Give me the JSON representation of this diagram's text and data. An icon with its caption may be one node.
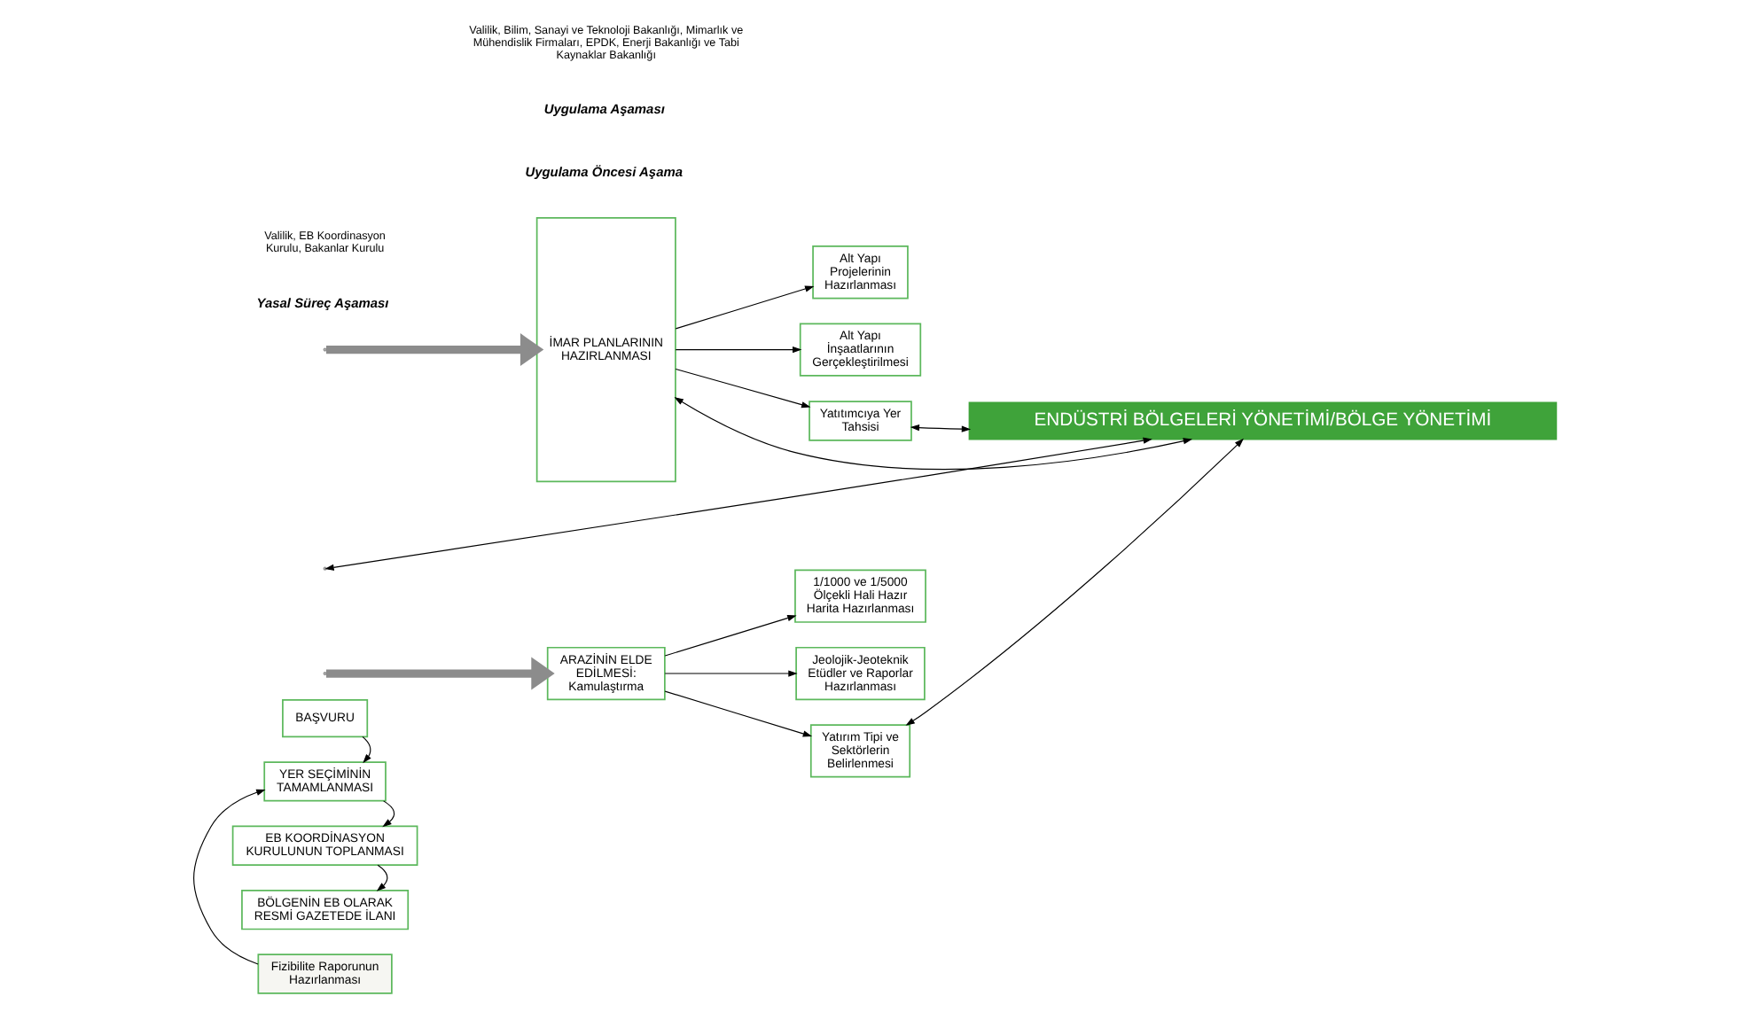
{
  "diagram": {
    "nodes": [
      {
        "text": [
          "BAŞVURU"
        ]
      },
      {
        "text": [
          "YER SEÇİMİNİN TAMAMLANMASI"
        ]
      },
      {
        "text": [
          "EB KOORDİNASYON KURULUNUN TOPLANMASI"
        ]
      },
      {
        "text": [
          "BÖLGENİN EB OLARAK RESMİ GAZETEDE İLANI"
        ]
      },
      {
        "text": [
          "Fizibilite Raporunun Hazırlanması"
        ]
      },
      {
        "text": [
          "ARAZİNİN ELDE EDİLMESİ: Kamulaştırma"
        ]
      },
      {
        "text": [
          "1/1000 ve 1/5000 Ölçekli Hali Hazır Harita Hazırlanması"
        ]
      },
      {
        "text": [
          "Jeolojik-Jeoteknik Etüdler ve Raporlar Hazırlanması"
        ]
      },
      {
        "text": [
          "Yatırım Tipi ve Sektörlerin Belirlenmesi"
        ]
      },
      {
        "text": [
          "İMAR PLANLARININ HAZIRLANMASI"
        ]
      },
      {
        "text": [
          "Alt Yapı Projelerinin Hazırlanması"
        ]
      },
      {
        "text": [
          "Alt Yapı İnşaatlarının Gerçekleştirilmesi"
        ]
      },
      {
        "text": [
          "Yatıtımcıya Yer Tahsisi"
        ]
      },
      {
        "text": [
          "ENDÜSTRİ BÖLGELERİ YÖNETİMİ/BÖLGE YÖNETİMİ"
        ]
      }
    ],
    "edges": [
      {
        "from": 0,
        "to": 1,
        "arrow": "to"
      },
      {
        "from": 1,
        "to": 2,
        "arrow": "to"
      },
      {
        "from": 2,
        "to": 3,
        "arrow": "to"
      },
      {
        "from": 4,
        "to": 1,
        "arrow": "to"
      },
      {
        "from": null,
        "to": 5,
        "arrow": "to",
        "style": "thick",
        "color": "#8c8c8c"
      },
      {
        "from": 5,
        "to": 6,
        "arrow": "to"
      },
      {
        "from": 5,
        "to": 7,
        "arrow": "to"
      },
      {
        "from": 5,
        "to": 8,
        "arrow": "to"
      },
      {
        "from": null,
        "to": 9,
        "arrow": "to",
        "style": "thick",
        "color": "#8c8c8c"
      },
      {
        "from": 9,
        "to": 10,
        "arrow": "to"
      },
      {
        "from": 9,
        "to": 11,
        "arrow": "to"
      },
      {
        "from": 9,
        "to": 12,
        "arrow": "to"
      },
      {
        "from": null,
        "to": 13,
        "arrow": "both"
      },
      {
        "from": 8,
        "to": 13,
        "arrow": "both"
      },
      {
        "from": 9,
        "to": 13,
        "arrow": "both"
      },
      {
        "from": 12,
        "to": 13,
        "arrow": "both"
      }
    ],
    "labels": [
      "Yasal Süreç Aşaması",
      "Uygulama Öncesi Aşama",
      "Uygulama Aşaması",
      "Valilik, EB Koordinasyon Kurulu, Bakanlar Kurulu",
      "Valilik, Bilim, Sanayi ve Teknoloji Bakanlığı, Mimarlık ve Mühendislik Firmaları, EPDK, Enerji Bakanlığı ve Tabi Kaynaklar Bakanlığı"
    ]
  }
}
